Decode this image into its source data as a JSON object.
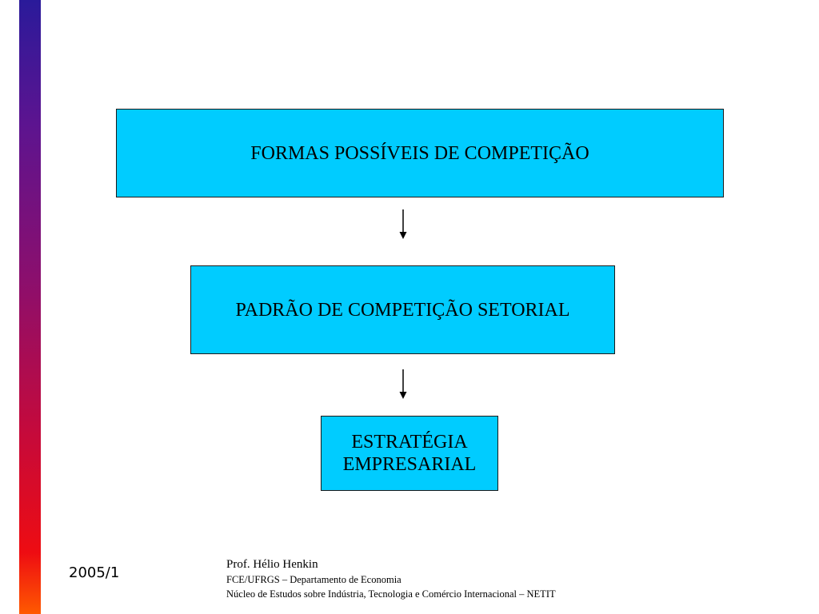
{
  "diagram": {
    "nodes": [
      {
        "id": "formas",
        "lines": [
          "FORMAS  POSSÍVEIS DE COMPETIÇÃO"
        ]
      },
      {
        "id": "padrao",
        "lines": [
          "PADRÃO DE COMPETIÇÃO SETORIAL"
        ]
      },
      {
        "id": "estrategia",
        "lines": [
          "ESTRATÉGIA",
          "EMPRESARIAL"
        ]
      }
    ],
    "edges": [
      {
        "from": "formas",
        "to": "padrao"
      },
      {
        "from": "padrao",
        "to": "estrategia"
      }
    ]
  },
  "footer": {
    "date": "2005/1",
    "author": "Prof. Hélio Henkin",
    "department": "FCE/UFRGS – Departamento de Economia",
    "center": "Núcleo de Estudos sobre Indústria, Tecnologia e Comércio Internacional – NETIT"
  },
  "colors": {
    "box_fill": "#00ccff",
    "box_border": "#1a1a1a",
    "arrow": "#000000"
  }
}
